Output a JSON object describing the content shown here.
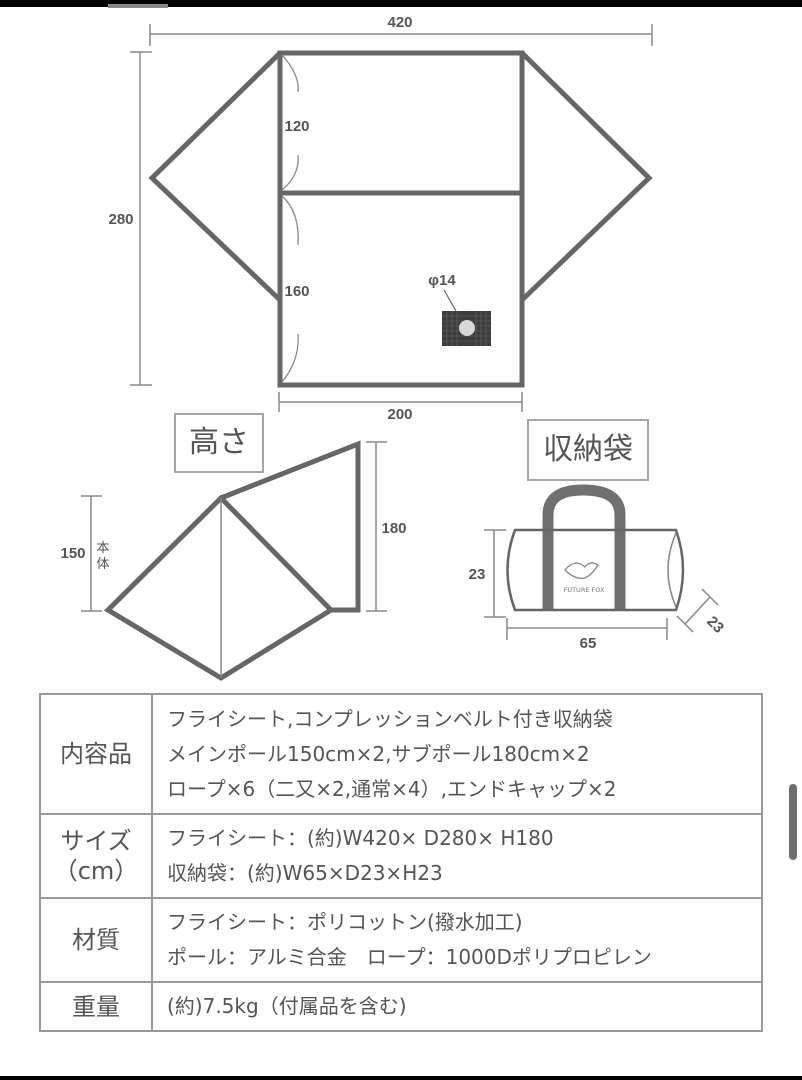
{
  "floor_plan": {
    "width_label": "420",
    "depth_label": "280",
    "front_section_label": "120",
    "rear_section_label": "160",
    "inner_width_label": "200",
    "vent_label": "φ14"
  },
  "height_view": {
    "title": "高さ",
    "main_height_label": "150",
    "main_height_note": "本体",
    "sub_height_label": "180"
  },
  "storage_bag": {
    "title": "収納袋",
    "height_label": "23",
    "width_label": "65",
    "depth_label": "23",
    "brand": "FUTURE FOX"
  },
  "spec_table": {
    "rows": [
      {
        "header": "内容品",
        "lines": [
          "フライシート,コンプレッションベルト付き収納袋",
          "メインポール150cm×2,サブポール180cm×2",
          "ロープ×6（二又×2,通常×4）,エンドキャップ×2"
        ]
      },
      {
        "header": "サイズ",
        "header_sub": "（cm）",
        "lines": [
          "フライシート：(約)W420× D280× H180",
          "収納袋：(約)W65×D23×H23"
        ]
      },
      {
        "header": "材質",
        "lines": [
          "フライシート：ポリコットン(撥水加工)",
          "ポール：アルミ合金　ロープ：1000Dポリプロピレン"
        ]
      },
      {
        "header": "重量",
        "lines": [
          "(約)7.5kg（付属品を含む)"
        ]
      }
    ]
  },
  "colors": {
    "line": "#666666",
    "text": "#555555",
    "border": "#9a9a9a"
  }
}
